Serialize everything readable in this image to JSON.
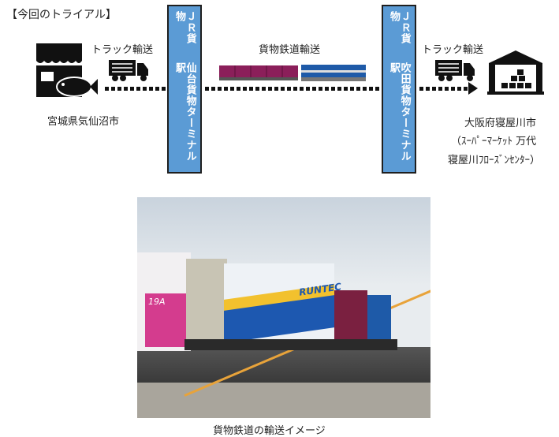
{
  "title": "【今回のトライアル】",
  "origin": {
    "label": "宮城県気仙沼市",
    "icon": "fish-shop-icon"
  },
  "truck1": {
    "label": "トラック輸送",
    "icon": "truck-icon"
  },
  "rail": {
    "label": "貨物鉄道輸送",
    "icon": "freight-train-icon"
  },
  "truck2": {
    "label": "トラック輸送",
    "icon": "truck-icon"
  },
  "station1": {
    "line1": "ＪＲ貨物",
    "line2": "仙台貨物ターミナル駅"
  },
  "station2": {
    "line1": "ＪＲ貨物",
    "line2": "吹田貨物ターミナル駅"
  },
  "destination": {
    "line1": "大阪府寝屋川市",
    "line2": "（ｽｰﾊﾟｰﾏｰｹｯﾄ 万代",
    "line3": "寝屋川ﾌﾛｰｽﾞﾝｾﾝﾀｰ）",
    "icon": "warehouse-icon"
  },
  "photo": {
    "caption": "貨物鉄道の輸送イメージ",
    "container_brand": "RUNTEC",
    "car_number": "19A"
  },
  "colors": {
    "station": "#5b9bd5",
    "container": "#8b1f5a",
    "locomotive": "#1e5aa8"
  }
}
